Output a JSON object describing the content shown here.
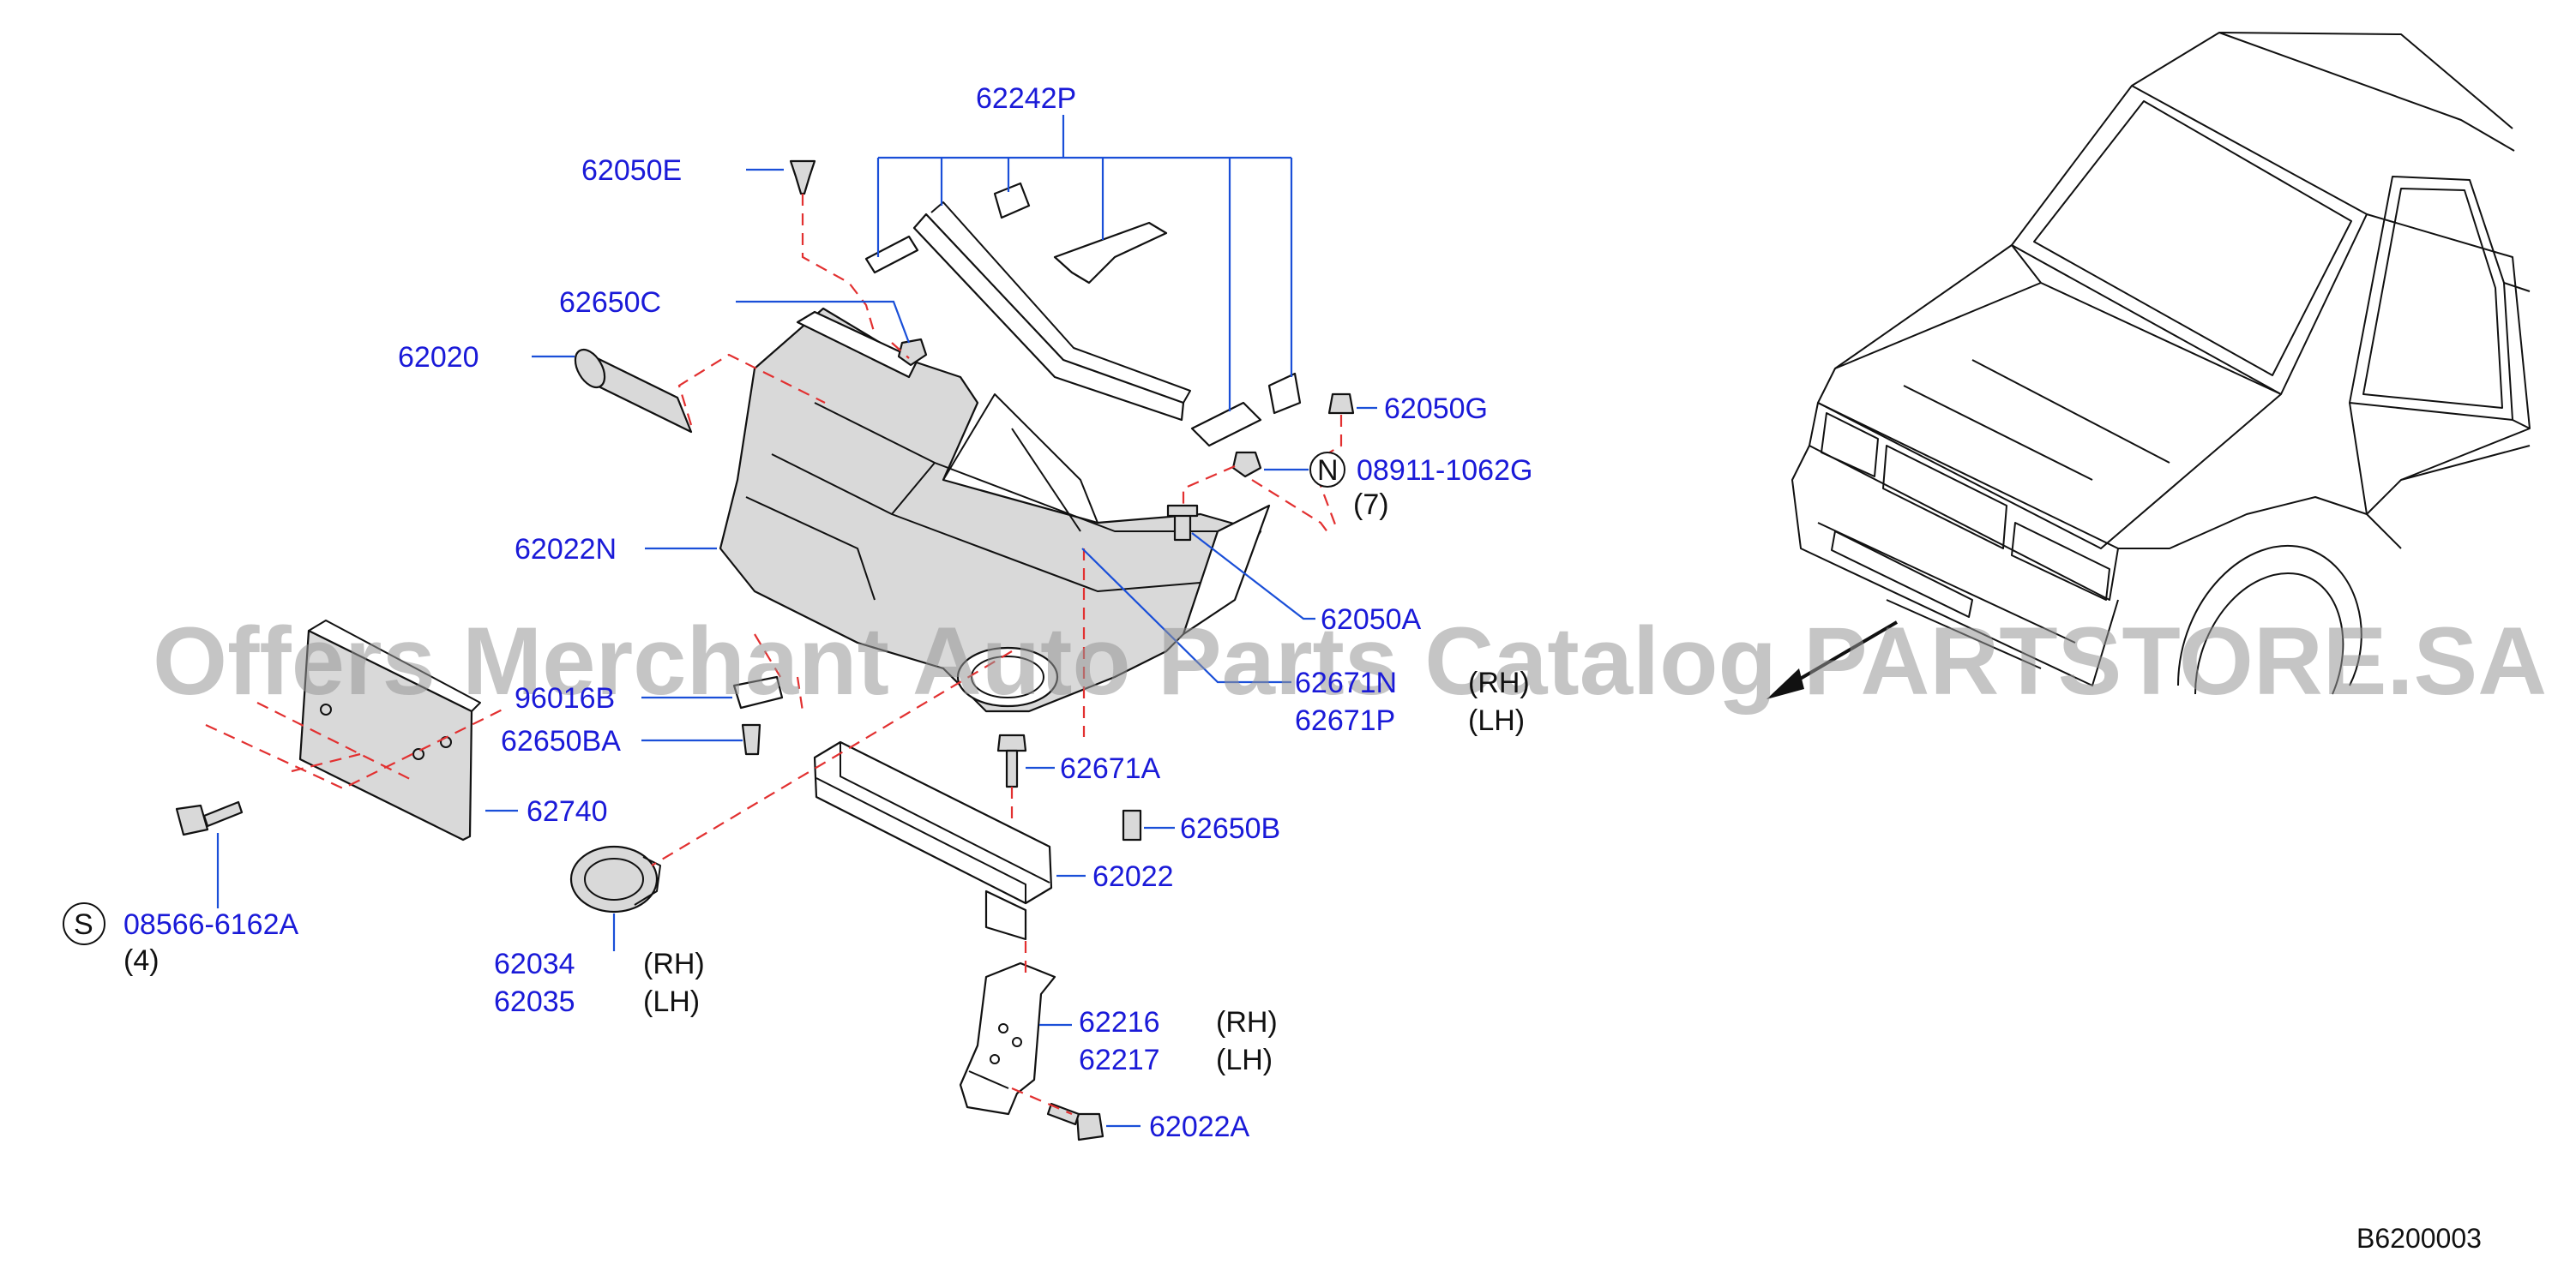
{
  "watermark": "Offers Merchant Auto Parts Catalog PARTSTORE.SA",
  "diagram_code": "B6200003",
  "colors": {
    "part_number": "#1a1ad8",
    "leader": "#1a4fd8",
    "dashed_guide": "#e23030"
  },
  "labels": {
    "p62242P": "62242P",
    "p62050E": "62050E",
    "p62650C": "62650C",
    "p62020": "62020",
    "p62050G": "62050G",
    "p08911": "08911-1062G",
    "p08911_qty": "(7)",
    "p08911_symbol": "N",
    "p62022N": "62022N",
    "p62050A": "62050A",
    "p62671N": "62671N",
    "p62671N_side": "(RH)",
    "p62671P": "62671P",
    "p62671P_side": "(LH)",
    "p96016B": "96016B",
    "p62650BA": "62650BA",
    "p62740": "62740",
    "p62671A": "62671A",
    "p62650B": "62650B",
    "p62022": "62022",
    "p08566": "08566-6162A",
    "p08566_qty": "(4)",
    "p08566_symbol": "S",
    "p62034": "62034",
    "p62034_side": "(RH)",
    "p62035": "62035",
    "p62035_side": "(LH)",
    "p62216": "62216",
    "p62216_side": "(RH)",
    "p62217": "62217",
    "p62217_side": "(LH)",
    "p62022A": "62022A"
  }
}
